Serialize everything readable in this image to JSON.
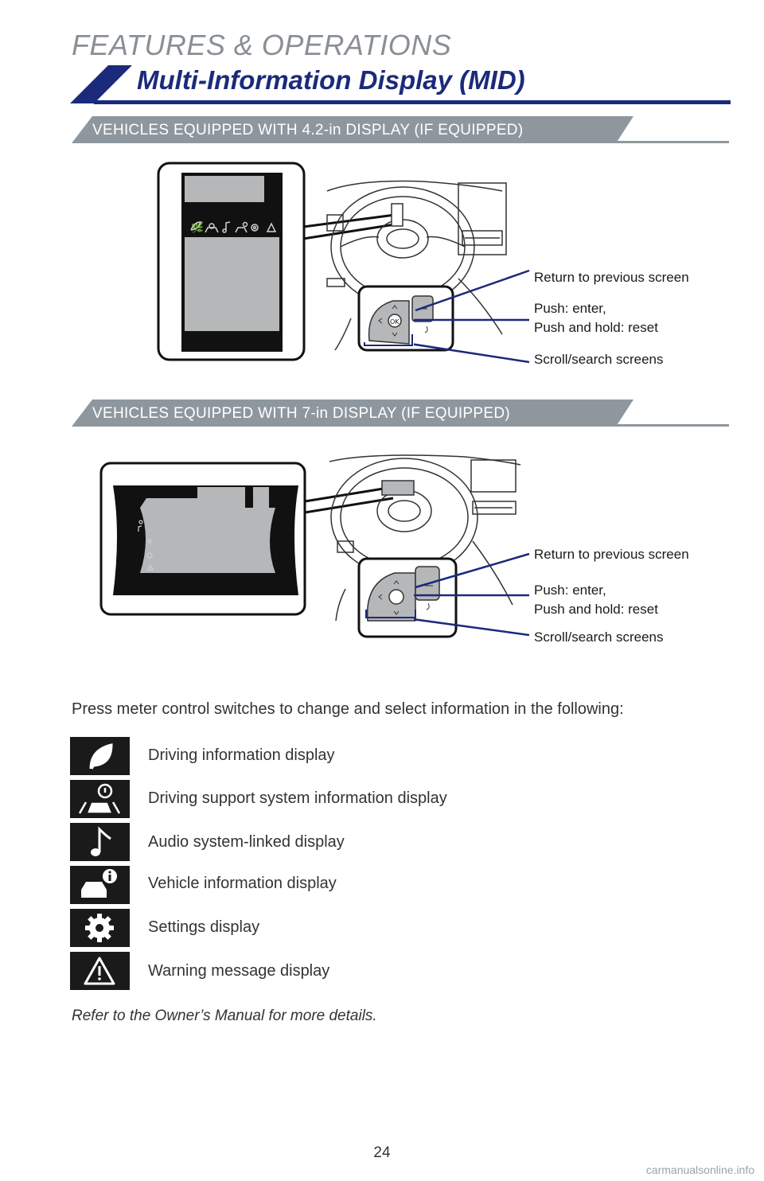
{
  "header": {
    "section": "FEATURES & OPERATIONS",
    "title": "Multi-Information Display (MID)"
  },
  "sections": [
    {
      "band": "VEHICLES EQUIPPED WITH 4.2-in DISPLAY (IF EQUIPPED)",
      "callouts": [
        "Return to previous screen",
        "Push: enter,",
        "Push and hold: reset",
        "Scroll/search screens"
      ]
    },
    {
      "band": "VEHICLES EQUIPPED WITH 7-in DISPLAY (IF EQUIPPED)",
      "callouts": [
        "Return to previous screen",
        "Push: enter,",
        "Push and hold: reset",
        "Scroll/search screens"
      ]
    }
  ],
  "switch_label": "OK",
  "intro": "Press meter control switches to change and select information in the following:",
  "items": [
    {
      "icon": "leaf-icon",
      "label": "Driving information display"
    },
    {
      "icon": "driving-support-icon",
      "label": "Driving support system information display"
    },
    {
      "icon": "music-note-icon",
      "label": "Audio system-linked display"
    },
    {
      "icon": "vehicle-info-icon",
      "label": "Vehicle information display"
    },
    {
      "icon": "gear-icon",
      "label": "Settings display"
    },
    {
      "icon": "warning-icon",
      "label": "Warning message display"
    }
  ],
  "footnote": "Refer to the Owner’s Manual for more details.",
  "page_number": "24",
  "watermark": "carmanualsonline.info",
  "colors": {
    "brand_navy": "#1b2a7a",
    "band_gray": "#8f979e"
  }
}
